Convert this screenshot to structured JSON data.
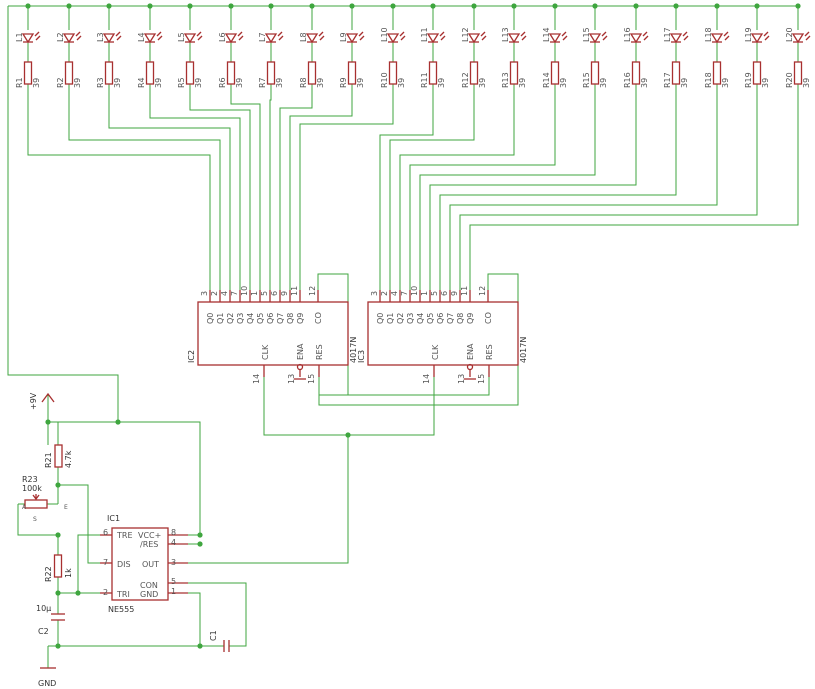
{
  "colors": {
    "wire": "#3fa63f",
    "part": "#a83030",
    "text": "#555555",
    "junction": "#3fa63f"
  },
  "leds": [
    {
      "led": "L1",
      "res": "R1",
      "val": "39"
    },
    {
      "led": "L2",
      "res": "R2",
      "val": "39"
    },
    {
      "led": "L3",
      "res": "R3",
      "val": "39"
    },
    {
      "led": "L4",
      "res": "R4",
      "val": "39"
    },
    {
      "led": "L5",
      "res": "R5",
      "val": "39"
    },
    {
      "led": "L6",
      "res": "R6",
      "val": "39"
    },
    {
      "led": "L7",
      "res": "R7",
      "val": "39"
    },
    {
      "led": "L8",
      "res": "R8",
      "val": "39"
    },
    {
      "led": "L9",
      "res": "R9",
      "val": "39"
    },
    {
      "led": "L10",
      "res": "R10",
      "val": "39"
    },
    {
      "led": "L11",
      "res": "R11",
      "val": "39"
    },
    {
      "led": "L12",
      "res": "R12",
      "val": "39"
    },
    {
      "led": "L13",
      "res": "R13",
      "val": "39"
    },
    {
      "led": "L14",
      "res": "R14",
      "val": "39"
    },
    {
      "led": "L15",
      "res": "R15",
      "val": "39"
    },
    {
      "led": "L16",
      "res": "R16",
      "val": "39"
    },
    {
      "led": "L17",
      "res": "R17",
      "val": "39"
    },
    {
      "led": "L18",
      "res": "R18",
      "val": "39"
    },
    {
      "led": "L19",
      "res": "R19",
      "val": "39"
    },
    {
      "led": "L20",
      "res": "R20",
      "val": "39"
    }
  ],
  "counters": [
    {
      "name": "IC2",
      "part": "4017N"
    },
    {
      "name": "IC3",
      "part": "4017N"
    }
  ],
  "counter_pins": {
    "outputs": [
      {
        "label": "Q0",
        "num": "3"
      },
      {
        "label": "Q1",
        "num": "2"
      },
      {
        "label": "Q2",
        "num": "4"
      },
      {
        "label": "Q3",
        "num": "7"
      },
      {
        "label": "Q4",
        "num": "10"
      },
      {
        "label": "Q5",
        "num": "1"
      },
      {
        "label": "Q6",
        "num": "5"
      },
      {
        "label": "Q7",
        "num": "6"
      },
      {
        "label": "Q8",
        "num": "9"
      },
      {
        "label": "Q9",
        "num": "11"
      },
      {
        "label": "CO",
        "num": "12"
      }
    ],
    "clk": {
      "label": "CLK",
      "num": "14"
    },
    "ena": {
      "label": "ENA",
      "num": "13"
    },
    "res": {
      "label": "RES",
      "num": "15"
    }
  },
  "timer": {
    "name": "IC1",
    "part": "NE555",
    "pins": {
      "tre": "TRE",
      "vcc": "VCC+",
      "res": "/RES",
      "dis": "DIS",
      "out": "OUT",
      "con": "CON",
      "tri": "TRI",
      "gnd": "GND",
      "n8": "8",
      "n4": "4",
      "n3": "3",
      "n7": "7",
      "n6": "6",
      "n5": "5",
      "n2": "2",
      "n1": "1"
    }
  },
  "parts": {
    "r21": {
      "name": "R21",
      "value": "4.7k"
    },
    "r23": {
      "name": "R23",
      "value": "100k",
      "pin_a": "A",
      "pin_e": "E",
      "pin_s": "S"
    },
    "r22": {
      "name": "R22",
      "value": "1k"
    },
    "c2": {
      "name": "C2",
      "value": "10µ"
    },
    "c1": {
      "name": "C1"
    }
  },
  "supply": {
    "vcc": "+9V",
    "gnd": "GND"
  }
}
